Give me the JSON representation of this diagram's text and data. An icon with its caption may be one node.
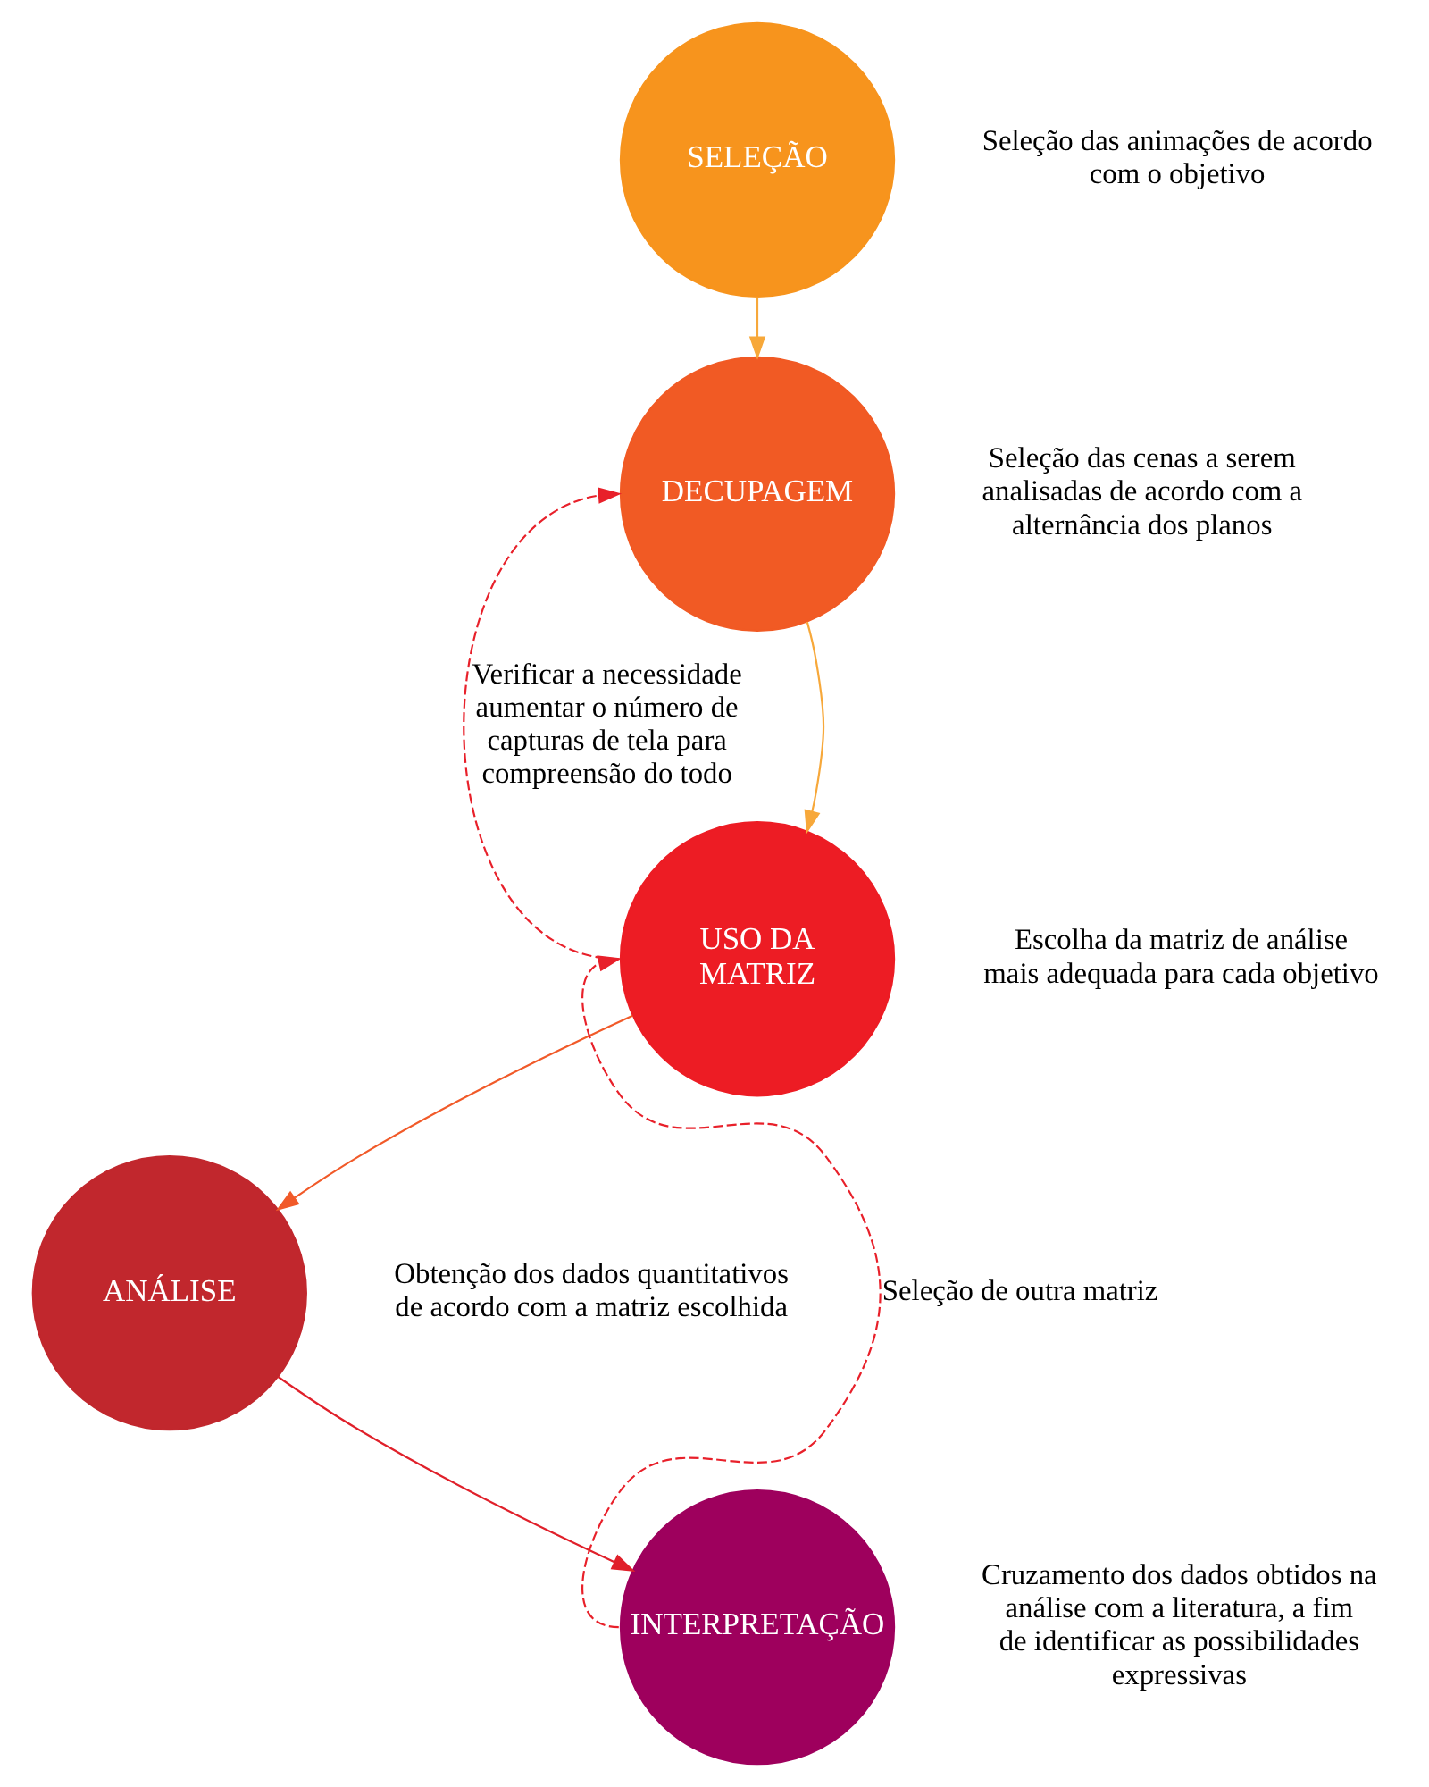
{
  "diagram": {
    "nodes": [
      {
        "text": [
          "SELEÇÃO"
        ],
        "beside": [
          "Seleção das animações de acordo com o objetivo"
        ]
      },
      {
        "text": [
          "DECUPAGEM"
        ],
        "beside": [
          "Seleção das cenas a serem analisadas de acordo com a alternância dos planos"
        ]
      },
      {
        "text": [
          "USO DA MATRIZ"
        ],
        "beside": [
          "Escolha da matriz de análise mais adequada para cada objetivo"
        ]
      },
      {
        "text": [
          "ANÁLISE"
        ],
        "beside": [
          "Obtenção dos dados quantitativos de acordo com a matriz escolhida"
        ]
      },
      {
        "text": [
          "INTERPRETAÇÃO"
        ],
        "beside": [
          "Cruzamento dos dados obtidos na análise com a literatura, a fim de identificar as possibilidades expressivas"
        ]
      }
    ],
    "edges": [
      {
        "from": 0,
        "to": 1,
        "arrow": "to",
        "color": "#f7a83a"
      },
      {
        "from": 1,
        "to": 2,
        "arrow": "to",
        "color": "#f7a83a"
      },
      {
        "from": 2,
        "to": 3,
        "arrow": "to",
        "color": "#f15a29"
      },
      {
        "from": 3,
        "to": 4,
        "arrow": "to",
        "color": "#e0202a"
      },
      {
        "from": 2,
        "to": 1,
        "arrow": "to",
        "style": "dashed",
        "color": "#e8202a",
        "label": "Verificar a necessidade aumentar o número de capturas de tela para compreensão do todo"
      },
      {
        "from": 4,
        "to": 2,
        "arrow": "to",
        "style": "dashed",
        "color": "#e8202a",
        "label": "Seleção de outra matriz"
      }
    ]
  }
}
